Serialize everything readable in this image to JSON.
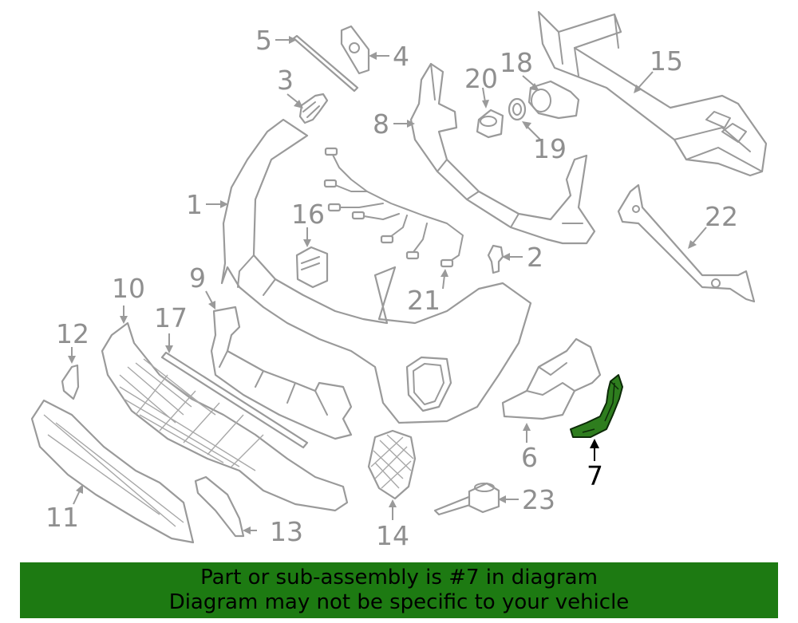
{
  "callouts": {
    "c1": "1",
    "c2": "2",
    "c3": "3",
    "c4": "4",
    "c5": "5",
    "c6": "6",
    "c7": "7",
    "c8": "8",
    "c9": "9",
    "c10": "10",
    "c11": "11",
    "c12": "12",
    "c13": "13",
    "c14": "14",
    "c15": "15",
    "c16": "16",
    "c17": "17",
    "c18": "18",
    "c19": "19",
    "c20": "20",
    "c21": "21",
    "c22": "22",
    "c23": "23"
  },
  "highlighted_part": "7",
  "banner": {
    "line1": "Part or sub-assembly is #7 in diagram",
    "line2": "Diagram may not be specific to your vehicle"
  },
  "colors": {
    "banner_bg": "#1d7a12",
    "highlight_fill": "#2e7d1e",
    "part_stroke": "#9a9a9a",
    "callout_text": "#8f8f8f"
  }
}
